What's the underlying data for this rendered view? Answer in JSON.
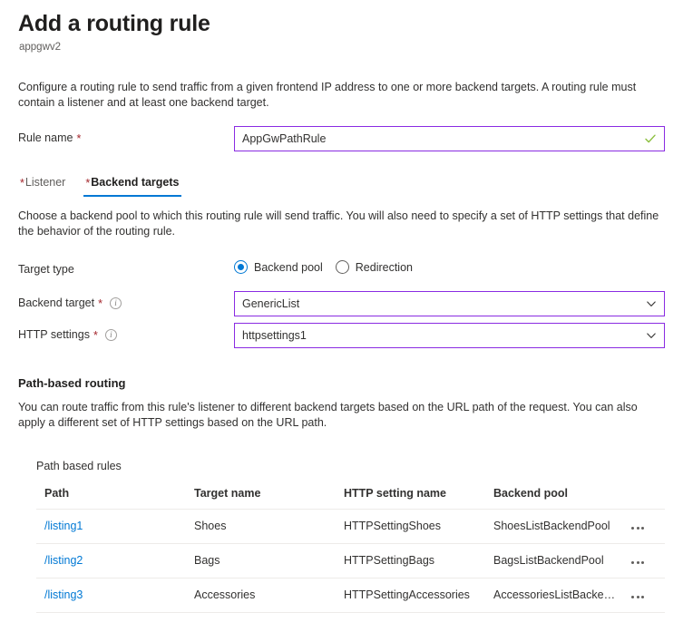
{
  "header": {
    "title": "Add a routing rule",
    "subtitle": "appgwv2"
  },
  "intro_text": "Configure a routing rule to send traffic from a given frontend IP address to one or more backend targets. A routing rule must contain a listener and at least one backend target.",
  "rule_name": {
    "label": "Rule name",
    "required_marker": "*",
    "value": "AppGwPathRule",
    "placeholder": "",
    "validation_icon": "green-check-icon",
    "border_color": "#8a2be2"
  },
  "tabs": [
    {
      "label": "Listener",
      "required_marker": "*",
      "active": false
    },
    {
      "label": "Backend targets",
      "required_marker": "*",
      "active": true
    }
  ],
  "tab_accent_color": "#0078d4",
  "backend_targets": {
    "description": "Choose a backend pool to which this routing rule will send traffic. You will also need to specify a set of HTTP settings that define the behavior of the routing rule.",
    "target_type": {
      "label": "Target type",
      "options": [
        {
          "label": "Backend pool",
          "selected": true
        },
        {
          "label": "Redirection",
          "selected": false
        }
      ]
    },
    "backend_target": {
      "label": "Backend target",
      "required_marker": "*",
      "info_icon": "info-icon",
      "value": "GenericList"
    },
    "http_settings": {
      "label": "HTTP settings",
      "required_marker": "*",
      "info_icon": "info-icon",
      "value": "httpsettings1"
    }
  },
  "path_based_routing": {
    "heading": "Path-based routing",
    "description": "You can route traffic from this rule's listener to different backend targets based on the URL path of the request. You can also apply a different set of HTTP settings based on the URL path.",
    "table_caption": "Path based rules",
    "columns": [
      "Path",
      "Target name",
      "HTTP setting name",
      "Backend pool",
      ""
    ],
    "rows": [
      {
        "path": "/listing1",
        "target_name": "Shoes",
        "http_setting_name": "HTTPSettingShoes",
        "backend_pool": "ShoesListBackendPool",
        "menu": "more-options-icon"
      },
      {
        "path": "/listing2",
        "target_name": "Bags",
        "http_setting_name": "HTTPSettingBags",
        "backend_pool": "BagsListBackendPool",
        "menu": "more-options-icon"
      },
      {
        "path": "/listing3",
        "target_name": "Accessories",
        "http_setting_name": "HTTPSettingAccessories",
        "backend_pool": "AccessoriesListBackendP...",
        "menu": "more-options-icon"
      }
    ]
  }
}
